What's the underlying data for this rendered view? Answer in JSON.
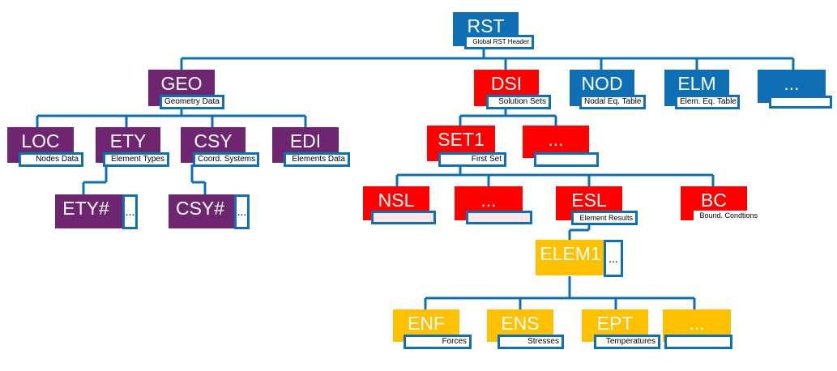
{
  "colors": {
    "blue": "#0f6fb5",
    "purple": "#6e2670",
    "red": "#ff0000",
    "orange": "#ffc000",
    "line": "#0f6fb5"
  },
  "nodes": {
    "rst": {
      "title": "RST",
      "caption": "Global RST Header"
    },
    "geo": {
      "title": "GEO",
      "caption": "Geometry Data"
    },
    "dsi": {
      "title": "DSI",
      "caption": "Solution Sets"
    },
    "nod": {
      "title": "NOD",
      "caption": "Nodal Eq. Table"
    },
    "elm": {
      "title": "ELM",
      "caption": "Elem. Eq. Table"
    },
    "more_top": {
      "title": "..."
    },
    "loc": {
      "title": "LOC",
      "caption": "Nodes Data"
    },
    "ety": {
      "title": "ETY",
      "caption": "Element Types"
    },
    "csy": {
      "title": "CSY",
      "caption": "Coord. Systems"
    },
    "edi": {
      "title": "EDI",
      "caption": "Elements Data"
    },
    "ety_n": {
      "title": "ETY#",
      "side": "..."
    },
    "csy_n": {
      "title": "CSY#",
      "side": "..."
    },
    "set1": {
      "title": "SET1",
      "caption": "First Set"
    },
    "more_set": {
      "title": "..."
    },
    "nsl": {
      "title": "NSL"
    },
    "more_sl": {
      "title": "..."
    },
    "esl": {
      "title": "ESL",
      "caption": "Element Results"
    },
    "bc": {
      "title": "BC",
      "caption": "Bound. Condtions"
    },
    "elem1": {
      "title": "ELEM1",
      "side": "..."
    },
    "enf": {
      "title": "ENF",
      "caption": "Forces"
    },
    "ens": {
      "title": "ENS",
      "caption": "Stresses"
    },
    "ept": {
      "title": "EPT",
      "caption": "Temperatures"
    },
    "more_el": {
      "title": "..."
    }
  }
}
